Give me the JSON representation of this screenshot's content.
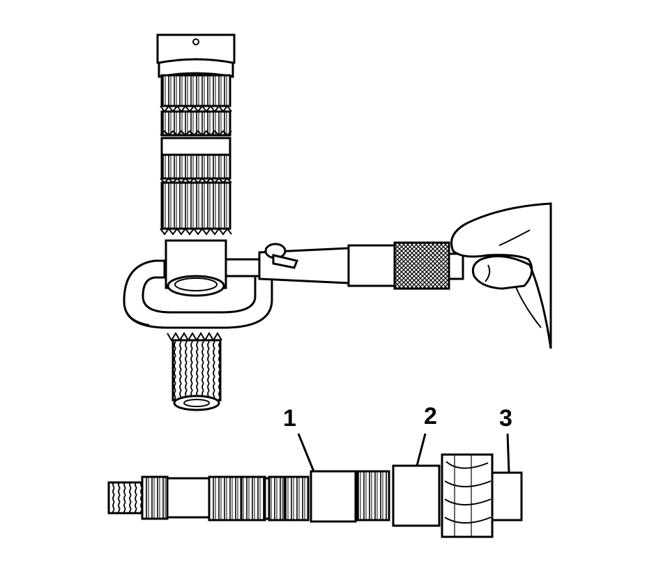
{
  "callouts": [
    {
      "id": "1",
      "label": "1",
      "part": "journal-1"
    },
    {
      "id": "2",
      "label": "2",
      "part": "journal-2"
    },
    {
      "id": "3",
      "label": "3",
      "part": "journal-3"
    }
  ],
  "icons": [
    "micrometer-icon",
    "shaft-icon",
    "hand-icon"
  ],
  "colors": {
    "ink": "#000000",
    "paper": "#ffffff",
    "shade": "#d8d8d8"
  }
}
